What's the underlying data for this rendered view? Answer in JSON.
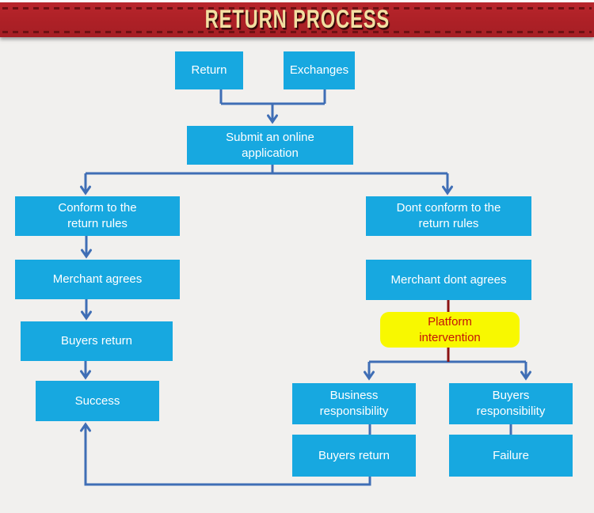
{
  "header": {
    "title": "RETURN PROCESS"
  },
  "nodes": {
    "return": {
      "label": "Return"
    },
    "exchanges": {
      "label": "Exchanges"
    },
    "submit": {
      "label": "Submit an online\napplication"
    },
    "conform": {
      "label": "Conform to the\nreturn rules"
    },
    "merchant_agrees": {
      "label": "Merchant agrees"
    },
    "buyers_return_left": {
      "label": "Buyers return"
    },
    "success": {
      "label": "Success"
    },
    "dont_conform": {
      "label": "Dont conform to the\nreturn rules"
    },
    "merchant_dont": {
      "label": "Merchant dont agrees"
    },
    "platform": {
      "label": "Platform\nintervention"
    },
    "business_resp": {
      "label": "Business\nresponsibility"
    },
    "buyers_resp": {
      "label": "Buyers\nresponsibility"
    },
    "buyers_return_right": {
      "label": "Buyers return"
    },
    "failure": {
      "label": "Failure"
    }
  },
  "colors": {
    "background": "#F1F0EE",
    "banner_red": "#AF2127",
    "banner_text": "#F2DFA2",
    "stitch": "#6D1113",
    "node_fill": "#17A8E0",
    "node_text": "#FFFFFF",
    "connector_blue": "#3F6EB5",
    "connector_dark_red": "#8C1212",
    "highlight_fill": "#F8F800",
    "highlight_text": "#C31408"
  }
}
